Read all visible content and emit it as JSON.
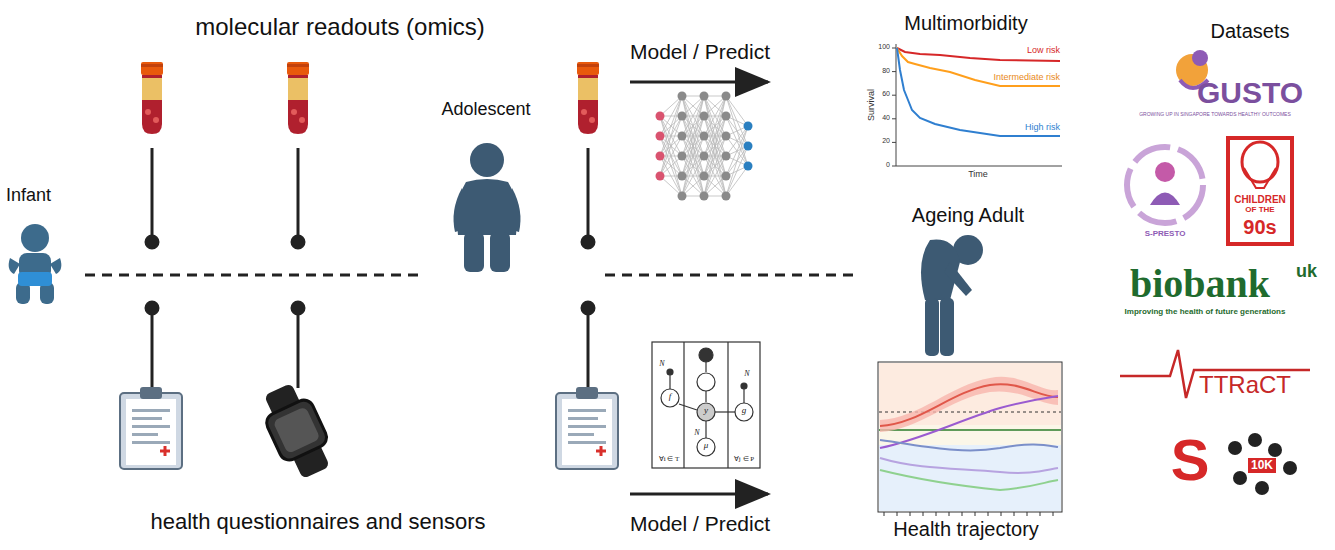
{
  "diagram": {
    "labels": [
      "molecular readouts (omics)",
      "Model / Predict",
      "Multimorbidity",
      "Datasets",
      "Infant",
      "Adolescent",
      "Ageing Adult",
      "health questionnaires and sensors",
      "Model / Predict",
      "Health trajectory",
      "Low risk",
      "Intermediate risk",
      "High risk",
      "Survival",
      "Time",
      "100",
      "80",
      "60",
      "40",
      "20",
      "0",
      "GUSTO",
      "GROWING UP IN SINGAPORE TOWARDS HEALTHY OUTCOMES",
      "S-PRESTO",
      "CHILDREN",
      "OF THE",
      "90s",
      "biobank",
      "uk",
      "Improving the health of future generations",
      "TTRaCT",
      "S",
      "10K",
      "∀i ∈ T",
      "∀j ∈ P",
      "N",
      "N",
      "N",
      "f",
      "y",
      "g",
      "μ"
    ]
  }
}
